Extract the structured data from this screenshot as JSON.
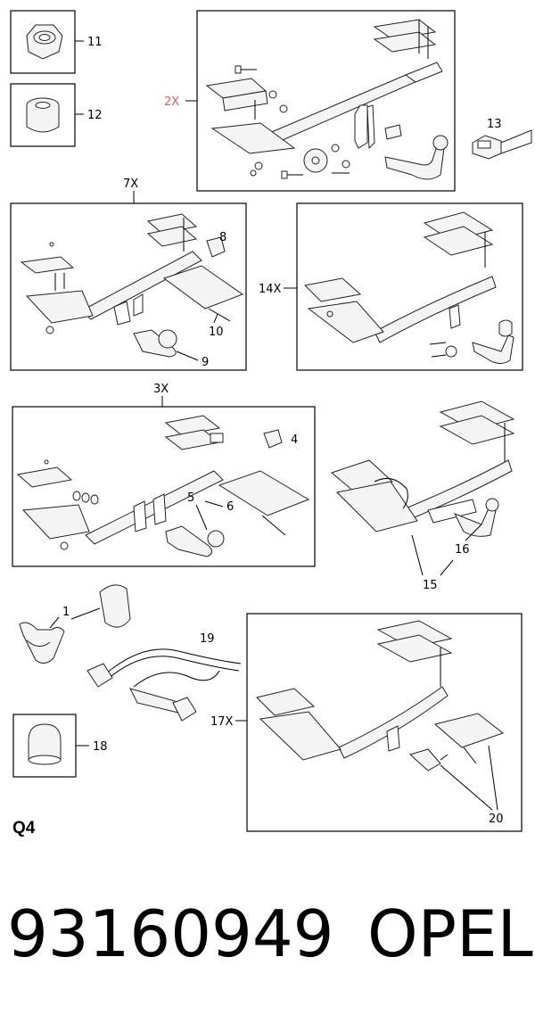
{
  "labels": {
    "n11": "11",
    "n12": "12",
    "n13": "13",
    "x2": "2X",
    "x7": "7X",
    "n8": "8",
    "n10": "10",
    "n9": "9",
    "x14": "14X",
    "x3": "3X",
    "n4": "4",
    "n5": "5",
    "n6": "6",
    "n16": "16",
    "n15": "15",
    "n1": "1",
    "n19": "19",
    "n18": "18",
    "x17": "17X",
    "n20": "20"
  },
  "section_code": "Q4",
  "footer": {
    "part_number": "93160949",
    "brand": "OPEL"
  },
  "colors": {
    "highlight_label": "#e06060"
  }
}
